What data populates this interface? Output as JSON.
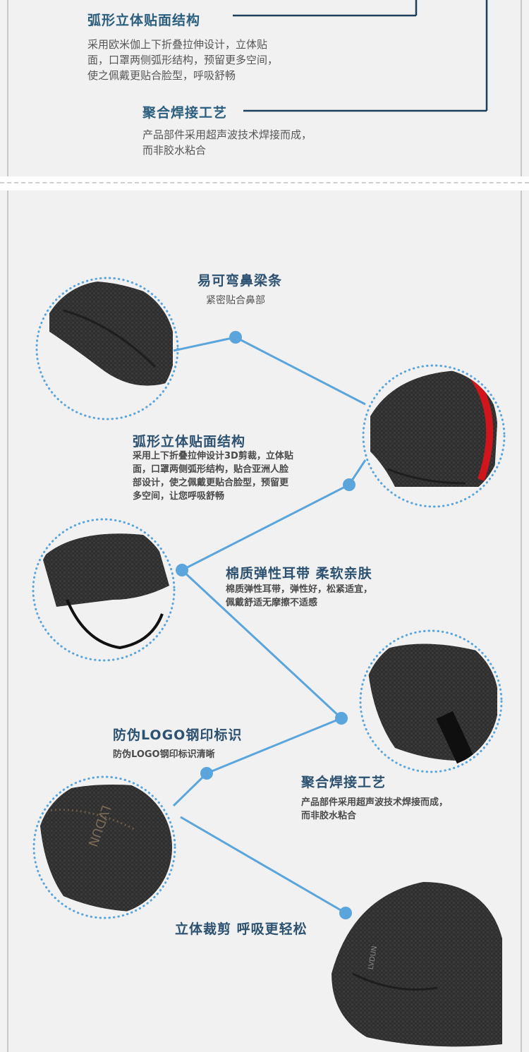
{
  "top_section": {
    "feature1": {
      "title": "弧形立体贴面结构",
      "lines": [
        "采用欧米伽上下折叠拉伸设计，立体贴",
        "面，口罩两侧弧形结构，预留更多空间，",
        "使之佩戴更贴合脸型，呼吸舒畅"
      ]
    },
    "feature2": {
      "title": "聚合焊接工艺",
      "lines": [
        "产品部件采用超声波技术焊接而成，",
        "而非胶水粘合"
      ]
    }
  },
  "features": {
    "nose_bridge": {
      "title": "易可弯鼻梁条",
      "lines": [
        "紧密贴合鼻部"
      ]
    },
    "arc_structure": {
      "title": "弧形立体贴面结构",
      "lines": [
        "采用上下折叠拉伸设计3D剪裁，立体贴",
        "面，口罩两侧弧形结构，贴合亚洲人脸",
        "部设计，使之佩戴更贴合脸型，预留更",
        "多空间，让您呼吸舒畅"
      ]
    },
    "ear_loop": {
      "title": "棉质弹性耳带  柔软亲肤",
      "lines": [
        "棉质弹性耳带，弹性好，松紧适宜，",
        "佩戴舒适无摩擦不适感"
      ]
    },
    "logo": {
      "title": "防伪LOGO钢印标识",
      "lines": [
        "防伪LOGO钢印标识清晰"
      ]
    },
    "welding": {
      "title": "聚合焊接工艺",
      "lines": [
        "产品部件采用超声波技术焊接而成，",
        "而非胶水粘合"
      ]
    },
    "cut": {
      "title": "立体裁剪  呼吸更轻松",
      "lines": []
    }
  },
  "colors": {
    "accent_blue": "#5aa5dc",
    "title_blue": "#2d5170",
    "dark_line": "#1d3f5e",
    "mask_black": "#2b2b2b",
    "highlight_red": "#d0161c"
  },
  "images": {
    "brand_text": "LVDUN"
  }
}
